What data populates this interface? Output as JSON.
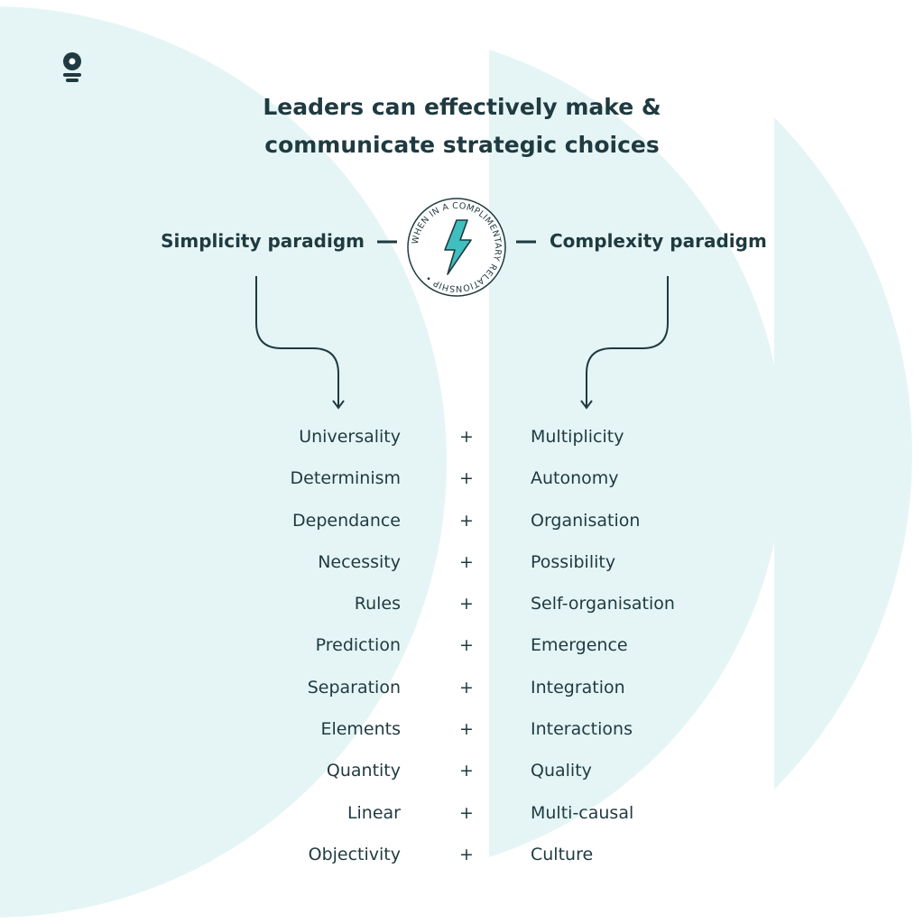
{
  "colors": {
    "background": "#ffffff",
    "shape_fill": "#e5f5f5",
    "text": "#1f3a40",
    "accent": "#3fbfbf"
  },
  "logo": {
    "icon": "bulb-logo-icon"
  },
  "title": {
    "line1": "Leaders can effectively make &",
    "line2": "communicate strategic choices"
  },
  "left_paradigm": {
    "label": "Simplicity paradigm"
  },
  "right_paradigm": {
    "label": "Complexity paradigm"
  },
  "badge": {
    "ring_text": "WHEN IN A COMPLIMENTARY RELATIONSHIP •",
    "icon": "lightning-bolt-icon"
  },
  "joiner": "+",
  "simplicity_terms": [
    "Universality",
    "Determinism",
    "Dependance",
    "Necessity",
    "Rules",
    "Prediction",
    "Separation",
    "Elements",
    "Quantity",
    "Linear",
    "Objectivity"
  ],
  "complexity_terms": [
    "Multiplicity",
    "Autonomy",
    "Organisation",
    "Possibility",
    "Self-organisation",
    "Emergence",
    "Integration",
    "Interactions",
    "Quality",
    "Multi-causal",
    "Culture"
  ]
}
